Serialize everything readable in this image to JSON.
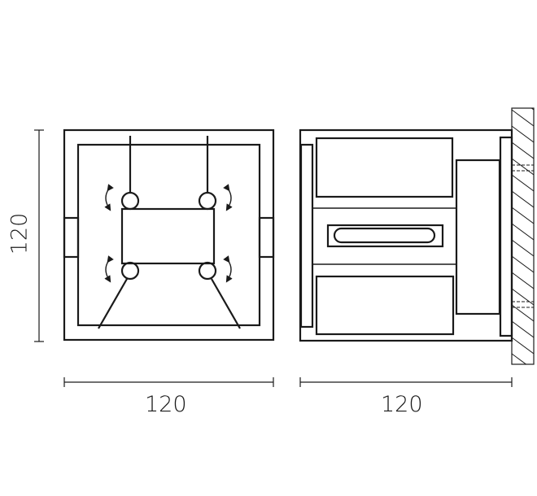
{
  "dimensions": {
    "front_height": "120",
    "front_width": "120",
    "side_depth": "120"
  },
  "colors": {
    "line": "#1a1a1a",
    "background": "#ffffff"
  }
}
